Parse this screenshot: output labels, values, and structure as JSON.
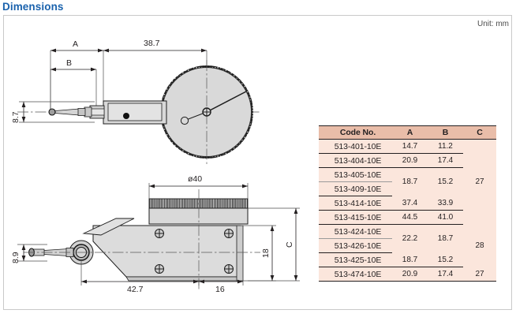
{
  "page": {
    "section_title": "Dimensions",
    "unit_note": "Unit: mm",
    "accent_color": "#1a62ad",
    "table_header_color": "#e9bda9",
    "table_body_color": "#fbe6dc"
  },
  "top_view": {
    "dim_a": "A",
    "dim_b": "B",
    "dim_387": "38.7",
    "dim_87": "8.7"
  },
  "side_view": {
    "dim_dia40": "ø40",
    "dim_c": "C",
    "dim_18": "18",
    "dim_89": "8.9",
    "dim_427": "42.7",
    "dim_16": "16"
  },
  "table": {
    "headers": [
      "Code No.",
      "A",
      "B",
      "C"
    ],
    "rows": [
      {
        "code": "513-401-10E",
        "a": "14.7",
        "b": "11.2",
        "c": "27"
      },
      {
        "code": "513-404-10E",
        "a": "20.9",
        "b": "17.4",
        "c": ""
      },
      {
        "code": "513-405-10E",
        "a": "18.7",
        "b": "15.2",
        "c": ""
      },
      {
        "code": "513-409-10E",
        "a": "",
        "b": "",
        "c": ""
      },
      {
        "code": "513-414-10E",
        "a": "37.4",
        "b": "33.9",
        "c": ""
      },
      {
        "code": "513-415-10E",
        "a": "44.5",
        "b": "41.0",
        "c": ""
      },
      {
        "code": "513-424-10E",
        "a": "22.2",
        "b": "18.7",
        "c": ""
      },
      {
        "code": "513-426-10E",
        "a": "",
        "b": "",
        "c": "28"
      },
      {
        "code": "513-425-10E",
        "a": "18.7",
        "b": "15.2",
        "c": ""
      },
      {
        "code": "513-474-10E",
        "a": "20.9",
        "b": "17.4",
        "c": "27"
      }
    ],
    "merged_notes": {
      "c_27_top_span": "27",
      "c_28_span": "28",
      "c_27_bottom": "27"
    }
  }
}
